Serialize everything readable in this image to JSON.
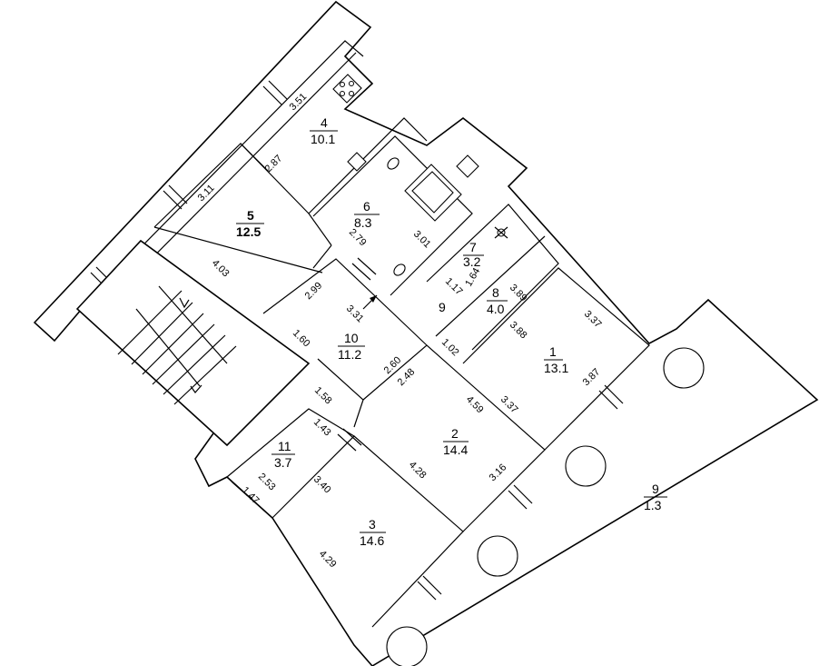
{
  "rooms": [
    {
      "number": "1",
      "area": "13.1"
    },
    {
      "number": "2",
      "area": "14.4"
    },
    {
      "number": "3",
      "area": "14.6"
    },
    {
      "number": "4",
      "area": "10.1"
    },
    {
      "number": "5",
      "area": "12.5"
    },
    {
      "number": "6",
      "area": "8.3"
    },
    {
      "number": "7",
      "area": "3.2"
    },
    {
      "number": "8",
      "area": "4.0"
    },
    {
      "number": "9",
      "area": "1.3"
    },
    {
      "number": "10",
      "area": "11.2"
    },
    {
      "number": "11",
      "area": "3.7"
    }
  ],
  "small_label_9": "9",
  "dimensions": [
    "3.51",
    "2.87",
    "3.11",
    "4.03",
    "2.79",
    "3.01",
    "2.99",
    "3.31",
    "1.60",
    "1.58",
    "1.43",
    "2.53",
    "1.47",
    "3.40",
    "4.29",
    "4.28",
    "4.59",
    "2.60",
    "2.48",
    "1.02",
    "3.88",
    "3.89",
    "1.64",
    "1.17",
    "3.37",
    "3.37",
    "3.87",
    "3.16"
  ]
}
